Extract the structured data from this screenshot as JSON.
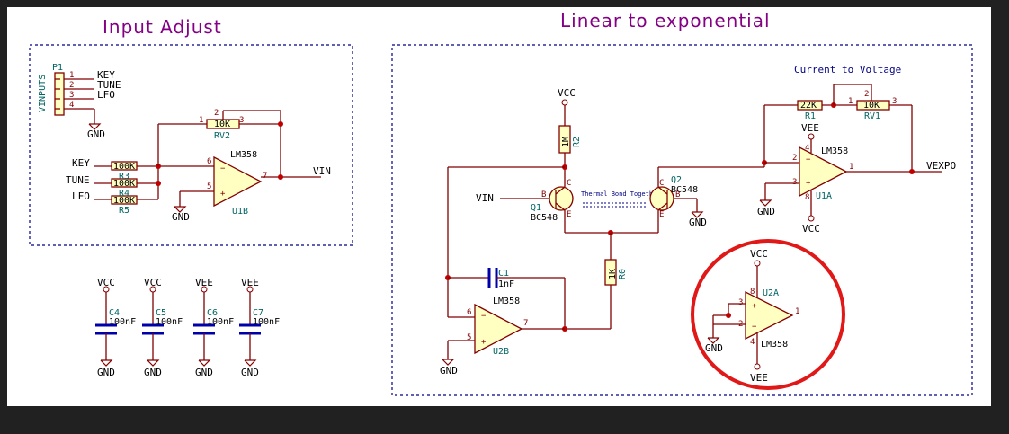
{
  "sections": {
    "input_adjust": "Input Adjust",
    "lin_to_exp": "Linear to exponential",
    "current_to_voltage": "Current to Voltage"
  },
  "connector": {
    "ref": "P1",
    "value": "VINPUTS",
    "pins": [
      "1",
      "2",
      "3",
      "4"
    ],
    "signals": [
      "KEY",
      "TUNE",
      "LFO"
    ]
  },
  "inputs": {
    "key": "KEY",
    "tune": "TUNE",
    "lfo": "LFO"
  },
  "nets": {
    "vin": "VIN",
    "vexpo": "VEXPO",
    "vcc": "VCC",
    "vee": "VEE",
    "gnd": "GND"
  },
  "components": {
    "rv2": {
      "ref": "RV2",
      "value": "10K"
    },
    "r3": {
      "ref": "R3",
      "value": "100K"
    },
    "r4": {
      "ref": "R4",
      "value": "100K"
    },
    "r5": {
      "ref": "R5",
      "value": "100K"
    },
    "u1b": {
      "ref": "U1B",
      "value": "LM358"
    },
    "r2": {
      "ref": "R2",
      "value": "1M"
    },
    "q1": {
      "ref": "Q1",
      "value": "BC548"
    },
    "q2": {
      "ref": "Q2",
      "value": "BC548"
    },
    "thermal": "Thermal Bond Together",
    "c1": {
      "ref": "C1",
      "value": "1nF"
    },
    "u2b": {
      "ref": "U2B",
      "value": "LM358"
    },
    "r0": {
      "ref": "R0",
      "value": "1K"
    },
    "r1": {
      "ref": "R1",
      "value": "22K"
    },
    "rv1": {
      "ref": "RV1",
      "value": "10K"
    },
    "u1a": {
      "ref": "U1A",
      "value": "LM358"
    },
    "u2a": {
      "ref": "U2A",
      "value": "LM358"
    },
    "c4": {
      "ref": "C4",
      "value": "100nF"
    },
    "c5": {
      "ref": "C5",
      "value": "100nF"
    },
    "c6": {
      "ref": "C6",
      "value": "100nF"
    },
    "c7": {
      "ref": "C7",
      "value": "100nF"
    }
  },
  "decoupling_supplies": [
    "VCC",
    "VCC",
    "VEE",
    "VEE"
  ],
  "highlight_color": "#e01818",
  "wire_color": "#800000"
}
